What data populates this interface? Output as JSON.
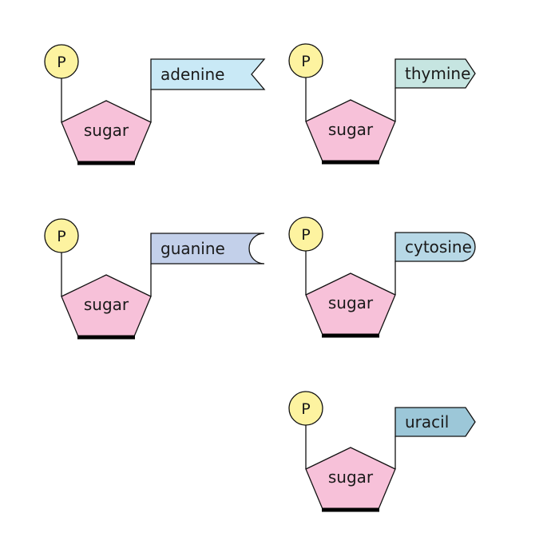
{
  "colors": {
    "phosphate_fill": "#fdf3a0",
    "sugar_fill": "#f7c1d9",
    "outline": "#111111"
  },
  "phosphate_label": "P",
  "sugar_label": "sugar",
  "nucleotides": [
    {
      "id": "adenine",
      "base_label": "adenine",
      "tag_shape": "notch-v",
      "tag_color": "#c9e9f6"
    },
    {
      "id": "thymine",
      "base_label": "thymine",
      "tag_shape": "point",
      "tag_color": "#c6e5e1"
    },
    {
      "id": "guanine",
      "base_label": "guanine",
      "tag_shape": "notch-concave",
      "tag_color": "#c3d0ea"
    },
    {
      "id": "cytosine",
      "base_label": "cytosine",
      "tag_shape": "round",
      "tag_color": "#b7d8e6"
    },
    {
      "id": "uracil",
      "base_label": "uracil",
      "tag_shape": "point",
      "tag_color": "#9cc7d8"
    }
  ]
}
